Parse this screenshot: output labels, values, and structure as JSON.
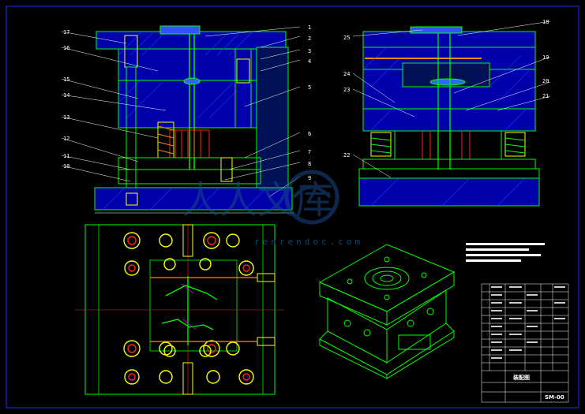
{
  "drawing": {
    "background": "#000000",
    "border_color": "#1a2ad8",
    "line_color": "#00ff00",
    "hatch_color": "#0000cc",
    "accent_red": "#ff2020",
    "accent_yellow": "#ffff00",
    "accent_magenta": "#ff00ff",
    "leader_color": "#ffffff"
  },
  "callouts_left": [
    "1",
    "2",
    "3",
    "4",
    "5",
    "6",
    "7",
    "8",
    "9",
    "10",
    "11",
    "12",
    "13",
    "14",
    "15",
    "16",
    "17"
  ],
  "callouts_right": [
    "18",
    "19",
    "20",
    "21",
    "22",
    "23",
    "24",
    "25"
  ],
  "title_block": {
    "title": "装配图",
    "drawing_no": "SM-00"
  },
  "watermark": {
    "logo_text": "人人文库",
    "site": "renrendoc.com"
  }
}
